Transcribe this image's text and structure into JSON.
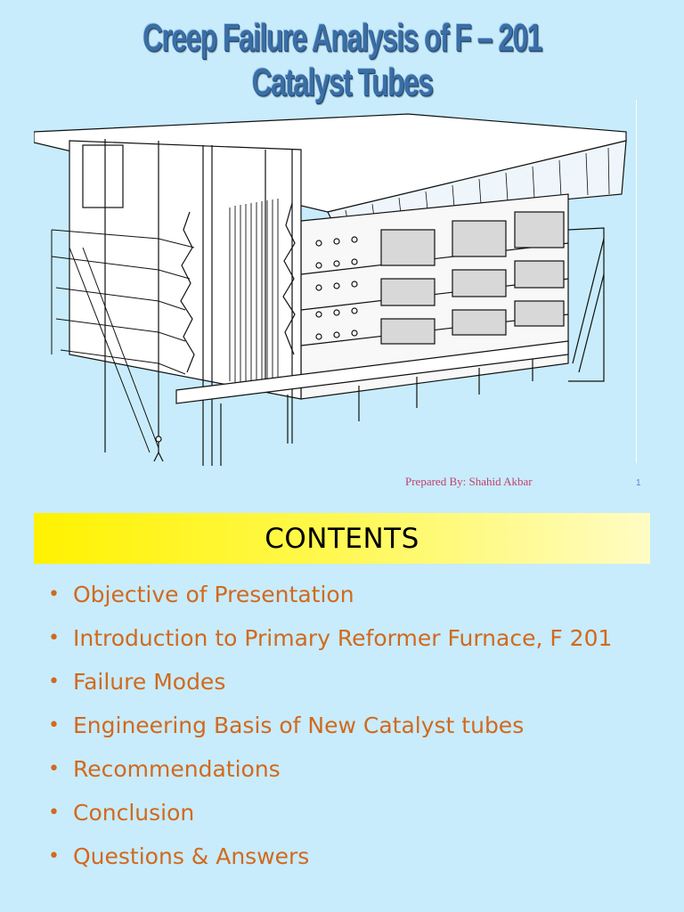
{
  "slide1": {
    "title": "Creep Failure Analysis of F – 201 Catalyst Tubes",
    "prepared_by": "Prepared By: Shahid Akbar",
    "page_number": "1",
    "figure_icon": "reformer-furnace-line-drawing"
  },
  "slide2": {
    "heading": "CONTENTS",
    "bullet_glyph": "•",
    "items": [
      "Objective of Presentation",
      "Introduction to Primary Reformer Furnace, F 201",
      "Failure Modes",
      "Engineering Basis of New Catalyst tubes",
      "Recommendations",
      "Conclusion",
      "Questions & Answers"
    ]
  },
  "colors": {
    "background": "#c8ecfb",
    "title_blue": "#3a6ea5",
    "bullet_orange": "#d2691e",
    "contents_bar_yellow": "#fff200",
    "prepared_by_pink": "#c03e6f"
  }
}
